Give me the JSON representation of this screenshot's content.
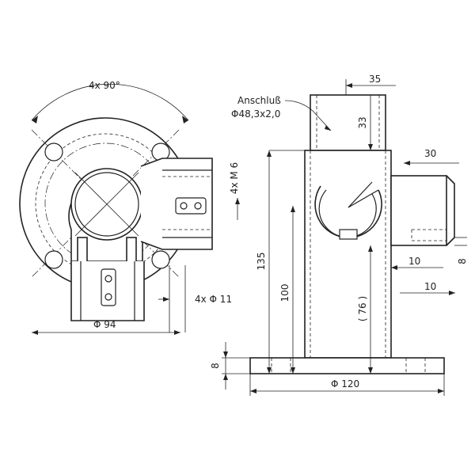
{
  "labels": {
    "angle": "4x  90°",
    "thread": "4x M 6",
    "bolt_hole": "4x   Φ  11",
    "flange_dia_small": "Φ  94",
    "connection_title": "Anschluß",
    "connection_dia": "Φ48,3x2,0",
    "dim_35": "35",
    "dim_33": "33",
    "dim_30": "30",
    "dim_135": "135",
    "dim_100": "100",
    "dim_76": "( 76 )",
    "dim_10a": "10",
    "dim_10b": "10",
    "dim_8_right": "8",
    "dim_8_left": "8",
    "flange_dia_large": "Φ  120"
  }
}
